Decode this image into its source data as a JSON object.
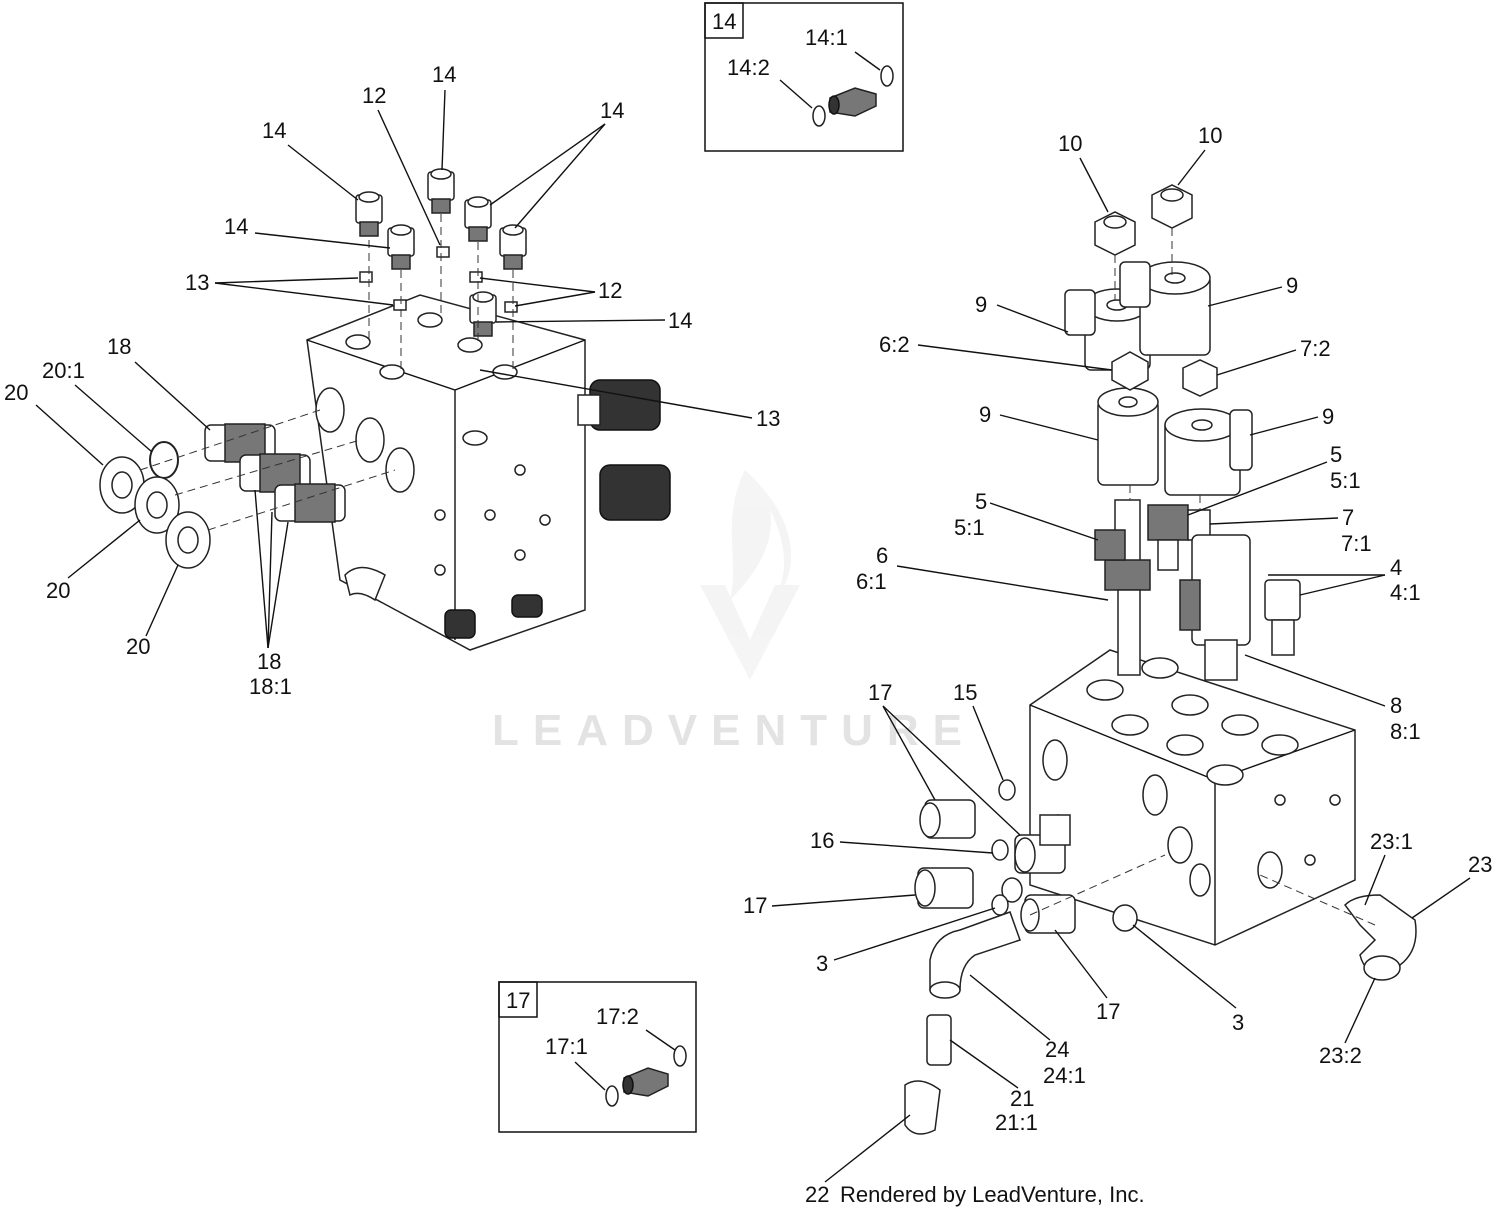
{
  "watermark": {
    "text": "LEADVENTURE",
    "color": "#e3e3e3",
    "icon": "flame-v-logo"
  },
  "inset_14": {
    "box_label": "14",
    "callouts": [
      "14:1",
      "14:2"
    ]
  },
  "inset_17": {
    "box_label": "17",
    "callouts": [
      "17:2",
      "17:1"
    ]
  },
  "left_assembly": {
    "callouts": [
      "14",
      "12",
      "14",
      "14",
      "14",
      "13",
      "12",
      "14",
      "13",
      "18",
      "20:1",
      "20",
      "20",
      "20",
      "18",
      "18:1"
    ]
  },
  "right_assembly": {
    "callouts": [
      "10",
      "10",
      "9",
      "9",
      "6:2",
      "7:2",
      "9",
      "9",
      "5",
      "5:1",
      "5",
      "5:1",
      "7",
      "7:1",
      "6",
      "6:1",
      "4",
      "4:1",
      "8",
      "8:1",
      "17",
      "15",
      "16",
      "17",
      "3",
      "17",
      "3",
      "23:1",
      "23",
      "23:2",
      "24",
      "24:1",
      "21",
      "21:1",
      "22"
    ]
  },
  "footer": {
    "text": "Rendered by LeadVenture, Inc."
  }
}
